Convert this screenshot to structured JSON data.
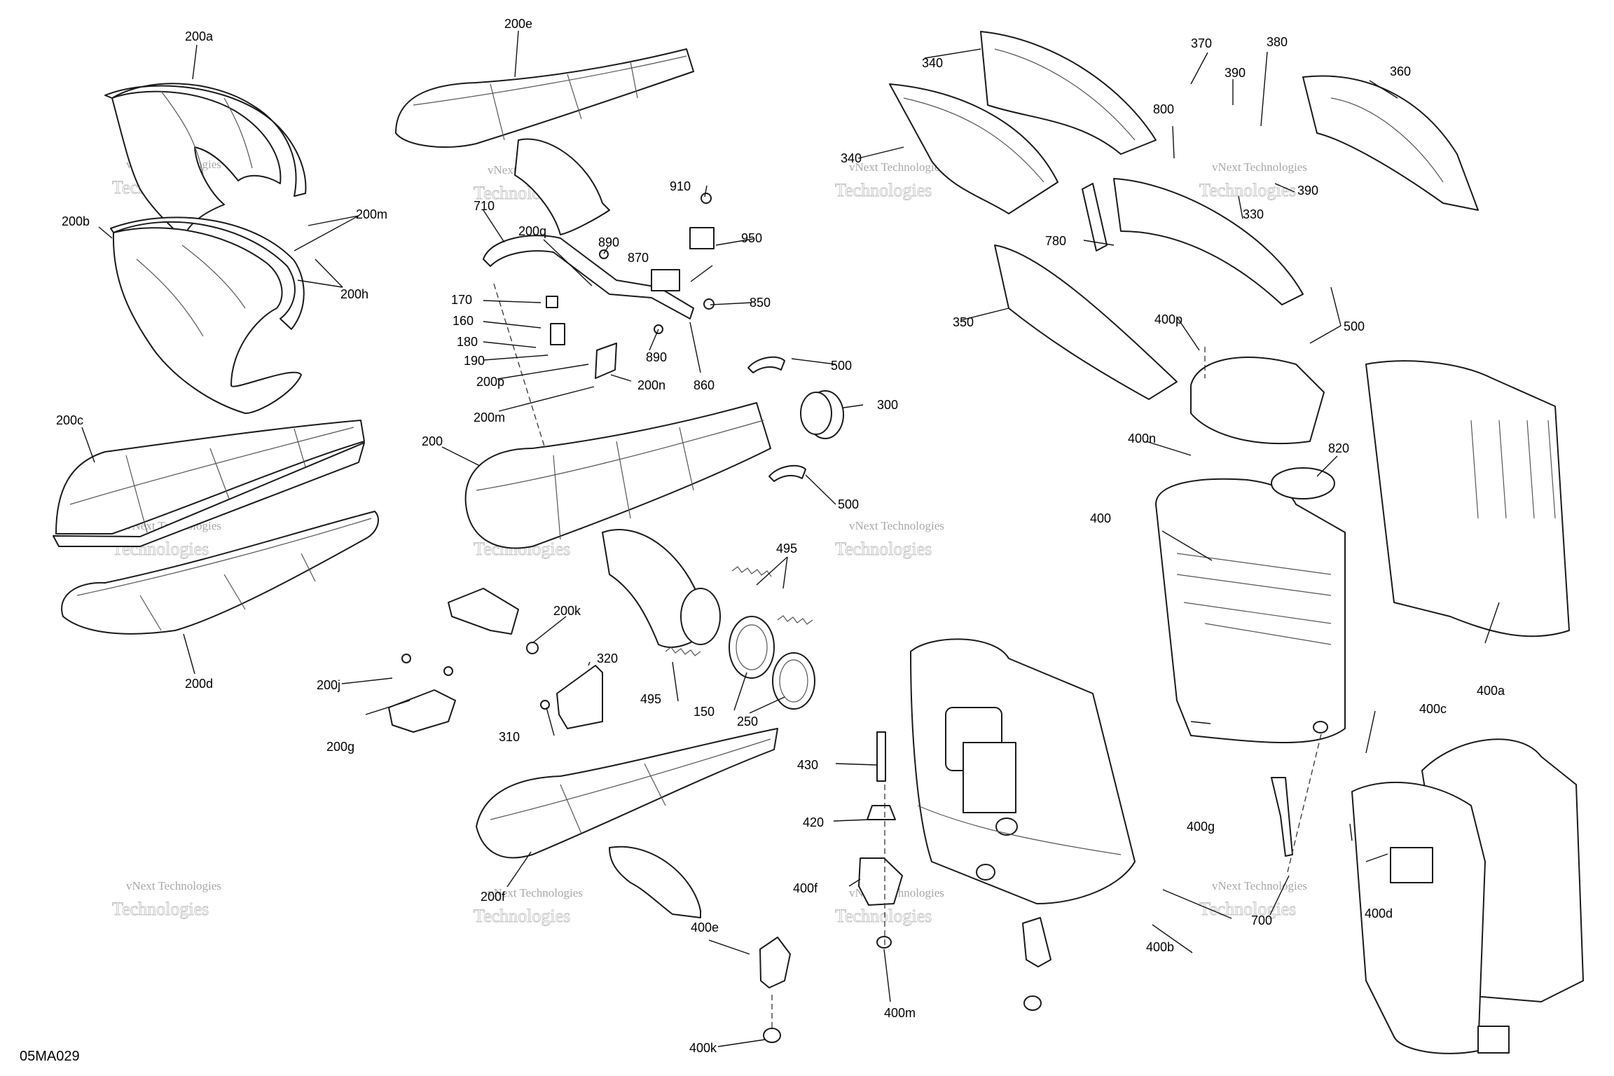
{
  "diagram_code": "05MA029",
  "watermark": {
    "line1": "vNext Technologies",
    "line2": "Technologies",
    "line3": "vNext"
  },
  "labels": {
    "l200a": "200a",
    "l200b": "200b",
    "l200c": "200c",
    "l200d": "200d",
    "l200e": "200e",
    "l200f": "200f",
    "l200g": "200g",
    "l200h": "200h",
    "l200j": "200j",
    "l200k": "200k",
    "l200m1": "200m",
    "l200m2": "200m",
    "l200n": "200n",
    "l200p": "200p",
    "l200q": "200q",
    "l200": "200",
    "l150": "150",
    "l160": "160",
    "l170": "170",
    "l180": "180",
    "l190": "190",
    "l250": "250",
    "l300": "300",
    "l310": "310",
    "l320": "320",
    "l330": "330",
    "l340a": "340",
    "l340b": "340",
    "l350": "350",
    "l360": "360",
    "l370": "370",
    "l380": "380",
    "l390a": "390",
    "l390b": "390",
    "l400": "400",
    "l400a": "400a",
    "l400b": "400b",
    "l400c": "400c",
    "l400d": "400d",
    "l400e": "400e",
    "l400f": "400f",
    "l400g": "400g",
    "l400k": "400k",
    "l400m": "400m",
    "l400n": "400n",
    "l400p": "400p",
    "l420": "420",
    "l430": "430",
    "l495a": "495",
    "l495b": "495",
    "l500a": "500",
    "l500b": "500",
    "l500c": "500",
    "l700": "700",
    "l710": "710",
    "l780": "780",
    "l800": "800",
    "l820": "820",
    "l850": "850",
    "l860": "860",
    "l870": "870",
    "l890a": "890",
    "l890b": "890",
    "l910": "910",
    "l950": "950"
  }
}
